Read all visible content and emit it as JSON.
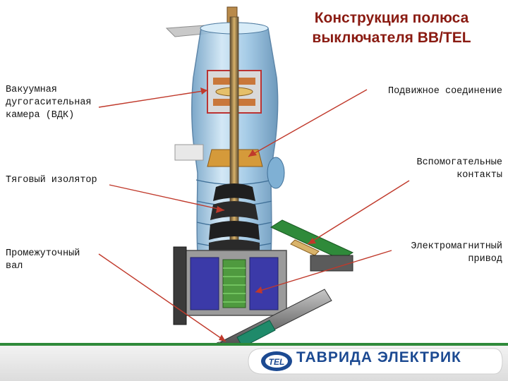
{
  "title": "Конструкция полюса\nвыключателя ВВ/TEL",
  "labels": {
    "vdk": "Вакуумная\nдугогасительная\nкамера (ВДК)",
    "movable_joint": "Подвижное соединение",
    "traction_insulator": "Тяговый изолятор",
    "aux_contacts": "Вспомогательные\nконтакты",
    "intermediate_shaft": "Промежуточный\nвал",
    "em_drive": "Электромагнитный\nпривод"
  },
  "logo": {
    "mark": "TEL",
    "text": "ТАВРИДА ЭЛЕКТРИК"
  },
  "colors": {
    "title": "#8a1b12",
    "arrow": "#c0392b",
    "brand_blue": "#1c4a92",
    "brand_green": "#2f8a3a",
    "glass": "#9fc8e6",
    "copper": "#c9773a"
  }
}
